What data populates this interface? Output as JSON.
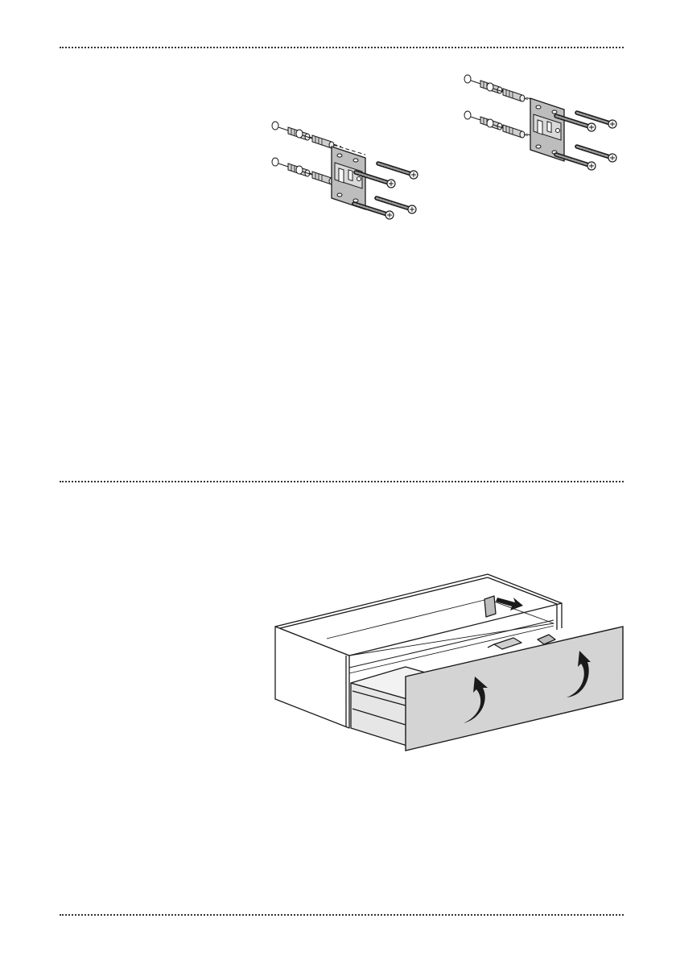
{
  "page": {
    "background": "#ffffff",
    "line_color": "#1a1a1a",
    "bracket_fill": "#bdbdbd",
    "front_panel_fill": "#d4d4d4",
    "rail_fill": "#cfcfcf"
  },
  "separators": [
    "dotted-rule-top",
    "dotted-rule-middle",
    "dotted-rule-bottom"
  ],
  "illustrations": [
    {
      "name": "bracket-wall-mount-left",
      "screws": 4,
      "dowels": 4
    },
    {
      "name": "bracket-wall-mount-right",
      "screws": 4,
      "dowels": 4
    },
    {
      "name": "drawer-cabinet-assembly",
      "arrows": [
        "slide-right-arrow",
        "lift-arrow-left",
        "lift-arrow-right"
      ]
    }
  ]
}
